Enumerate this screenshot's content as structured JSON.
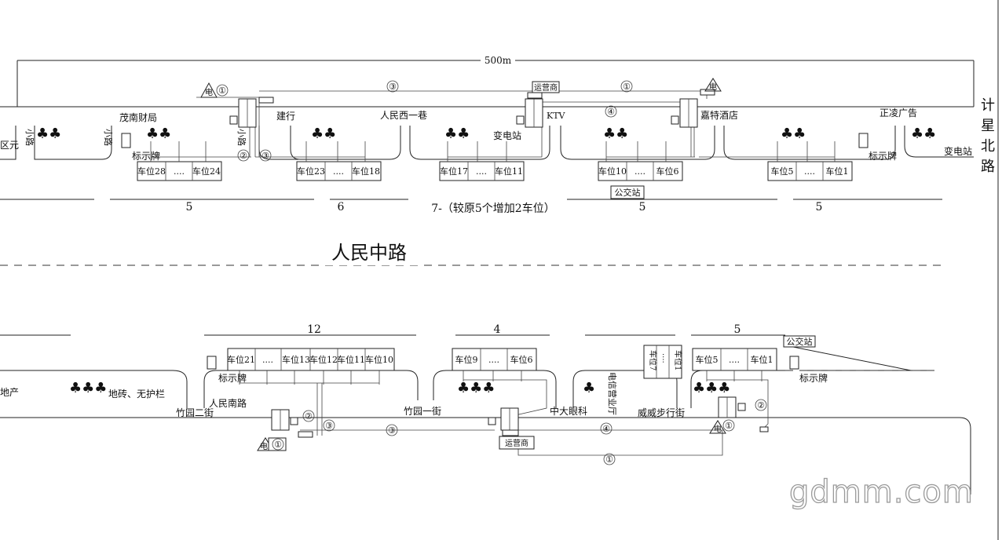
{
  "dimension_label": "500m",
  "road_main": "人民中路",
  "road_side": [
    "计",
    "星",
    "北",
    "路"
  ],
  "north": {
    "counts": [
      "5",
      "6",
      "7-（较原5个增加2车位）",
      "5",
      "5"
    ],
    "groups": [
      {
        "first": "车位28",
        "dots": "....",
        "last": "车位24"
      },
      {
        "first": "车位23",
        "dots": "....",
        "last": "车位18"
      },
      {
        "first": "车位17",
        "dots": "....",
        "last": "车位11"
      },
      {
        "first": "车位10",
        "dots": "....",
        "last": "车位6"
      },
      {
        "first": "车位5",
        "dots": "....",
        "last": "车位1"
      }
    ],
    "places": {
      "yuan": "区元",
      "xiaolu": "小路",
      "maonan": "茂南财局",
      "jianhang": "建行",
      "renminxi": "人民西一巷",
      "biandian_mid": "变电站",
      "ktv": "KTV",
      "jiate": "嘉特酒店",
      "zhengling": "正凌广告",
      "biandian_right": "变电站",
      "biaoshi": "标示牌",
      "gongjiao": "公交站"
    },
    "operator": "运营商",
    "power": "电",
    "circles": [
      "①",
      "②",
      "③",
      "④"
    ]
  },
  "south": {
    "counts": [
      "12",
      "4",
      "5"
    ],
    "groups": [
      {
        "labels": [
          "车位21",
          "....",
          "车位13",
          "车位12",
          "车位11",
          "车位10"
        ]
      },
      {
        "labels": [
          "车位9",
          "....",
          "车位6"
        ]
      },
      {
        "labels": [
          "车位7",
          "....",
          "车位1"
        ]
      },
      {
        "labels": [
          "车位5",
          "....",
          "车位1"
        ]
      }
    ],
    "places": {
      "dichan": "地产",
      "dizhuan": "地砖、无护栏",
      "zhuyuan2": "竹园二街",
      "renminnan": "人民南路",
      "zhuyuan1": "竹园一街",
      "zhongda": "中大眼科",
      "dianxin": "电信营业厅",
      "weiwei": "威威步行街",
      "biaoshi": "标示牌",
      "gongjiao": "公交站"
    },
    "operator": "运营商",
    "power": "电"
  },
  "watermark": "gdmm.com"
}
